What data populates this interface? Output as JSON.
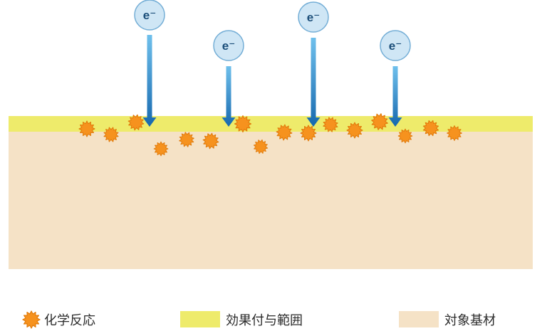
{
  "diagram": {
    "electron_label": "e⁻",
    "electron_count": 4,
    "reaction_count": 16
  },
  "colors": {
    "electron_fill": "#cfe6f5",
    "electron_stroke": "#74aed6",
    "electron_text": "#1b4e79",
    "arrow_top": "#6fc0ec",
    "arrow_bottom": "#1668ae",
    "reaction_fill": "#f6921e",
    "reaction_stroke": "#e07a0a",
    "effect_layer": "#eeeb6b",
    "substrate": "#f5e2c6"
  },
  "legend": {
    "items": [
      {
        "label": "化学反応",
        "swatch": "burst"
      },
      {
        "label": "効果付与範囲",
        "swatch": "rect-yellow"
      },
      {
        "label": "対象基材",
        "swatch": "rect-beige"
      }
    ]
  }
}
